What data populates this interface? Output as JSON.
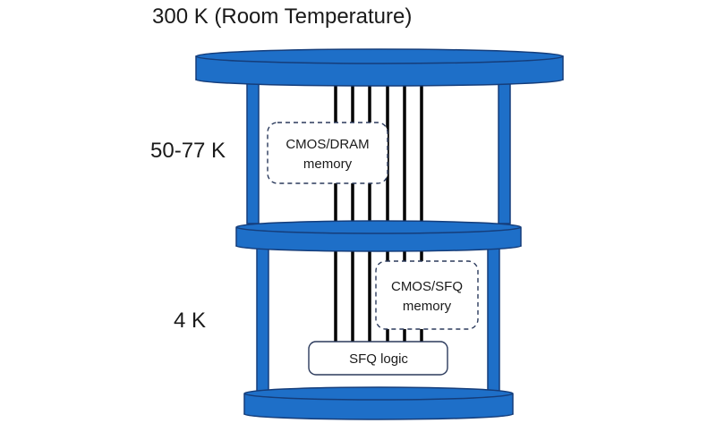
{
  "title": "300 K (Room Temperature)",
  "stages": {
    "middle_label": "50-77 K",
    "bottom_label": "4 K"
  },
  "boxes": {
    "cmos_dram": {
      "line1": "CMOS/DRAM",
      "line2": "memory"
    },
    "cmos_sfq": {
      "line1": "CMOS/SFQ",
      "line2": "memory"
    },
    "sfq_logic": "SFQ logic"
  },
  "colors": {
    "plate_fill": "#1e6fc8",
    "plate_stroke": "#153d7a",
    "wire": "#000000",
    "box_border": "#2b3a5c",
    "text": "#1a1a1a"
  }
}
